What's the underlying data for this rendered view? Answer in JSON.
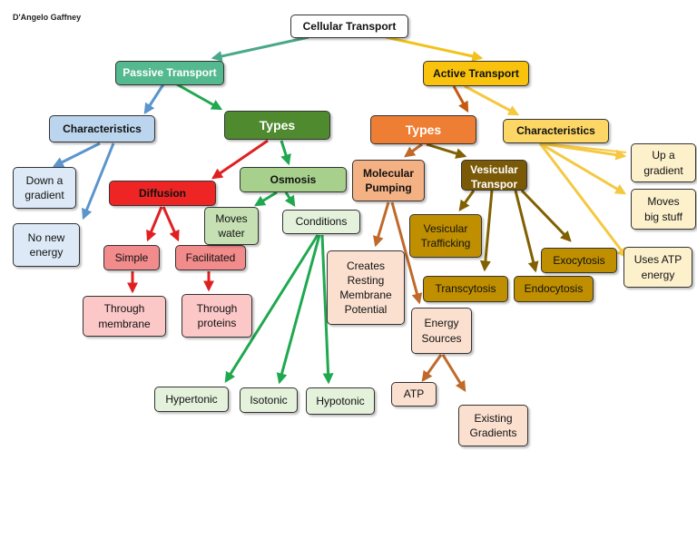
{
  "author": "D'Angelo Gaffney",
  "nodes": {
    "cellular_transport": "Cellular Transport",
    "passive_transport": "Passive Transport",
    "active_transport": "Active Transport",
    "passive_characteristics": "Characteristics",
    "passive_types": "Types",
    "down_gradient": "Down a\ngradient",
    "no_new_energy": "No new\nenergy",
    "diffusion": "Diffusion",
    "osmosis": "Osmosis",
    "simple": "Simple",
    "facilitated": "Facilitated",
    "through_membrane": "Through\nmembrane",
    "through_proteins": "Through\nproteins",
    "moves_water": "Moves\nwater",
    "conditions": "Conditions",
    "hypertonic": "Hypertonic",
    "isotonic": "Isotonic",
    "hypotonic": "Hypotonic",
    "active_types": "Types",
    "active_characteristics": "Characteristics",
    "molecular_pumping": "Molecular\nPumping",
    "vesicular_transport": "Vesicular\nTranspor",
    "up_gradient": "Up a\ngradient",
    "moves_big_stuff": "Moves\nbig stuff",
    "uses_atp_energy": "Uses ATP\nenergy",
    "creates_resting_potential": "Creates\nResting\nMembrane\nPotential",
    "energy_sources": "Energy\nSources",
    "atp": "ATP",
    "existing_gradients": "Existing\nGradients",
    "vesicular_trafficking": "Vesicular\nTrafficking",
    "transcytosis": "Transcytosis",
    "endocytosis": "Endocytosis",
    "exocytosis": "Exocytosis"
  },
  "colors": {
    "passive_branch_arrow": "#4aa88a",
    "active_branch_arrow": "#f2c21b",
    "passive_green": "#55b98f",
    "characteristics_blue": "#bcd5ee",
    "light_blue": "#dde9f6",
    "blue_arrow": "#5b95cc",
    "types_dark_green": "#4f8a2f",
    "green_arrow": "#1fa84f",
    "diffusion_red": "#ef2525",
    "red_arrow": "#e02020",
    "salmon": "#f28b8b",
    "light_pink": "#fbc7c7",
    "osmosis_green": "#a7d08c",
    "light_green": "#e4f1db",
    "active_gold": "#f8c20d",
    "active_types_orange": "#ee7e33",
    "active_char_yellow": "#fcd766",
    "cream": "#fdf1cc",
    "molecular_orange": "#f4b183",
    "peach": "#fbe0d0",
    "vesicular_brown": "#7b5a07",
    "gold_dark": "#bf8f00",
    "brown_arrow": "#bf6a2a",
    "olive_arrow": "#806000"
  }
}
